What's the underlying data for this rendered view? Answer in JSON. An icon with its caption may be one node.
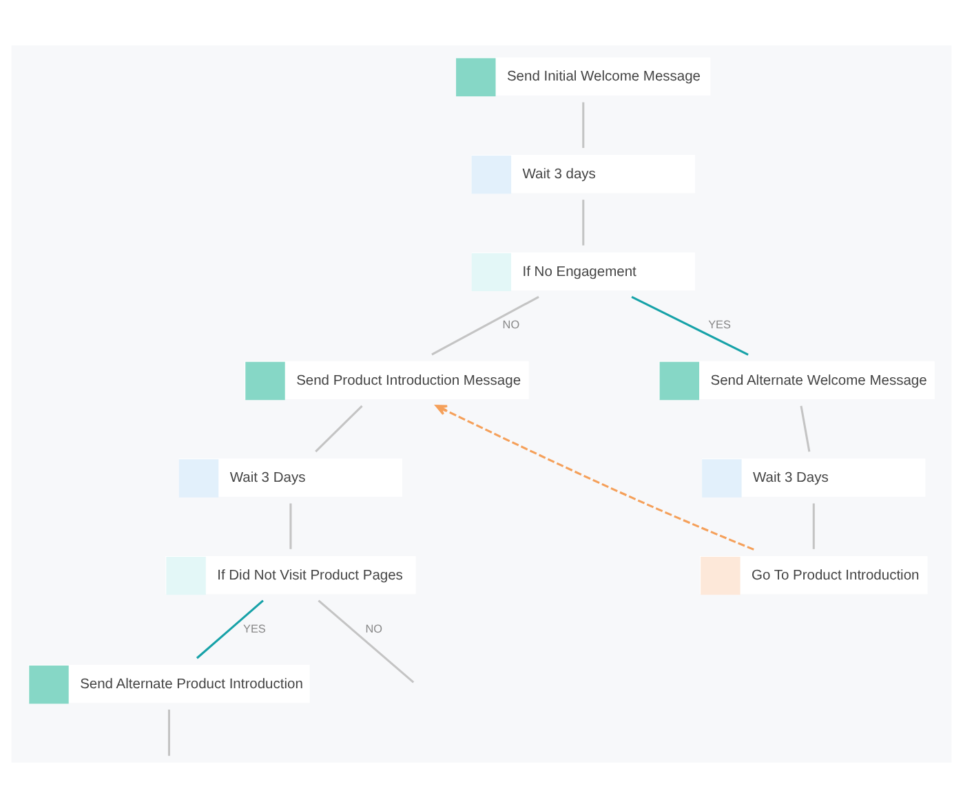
{
  "diagram": {
    "nodes": [
      {
        "text": [
          "Send Initial Welcome Message"
        ]
      },
      {
        "text": [
          "Wait 3 days"
        ]
      },
      {
        "text": [
          "If No Engagement"
        ]
      },
      {
        "text": [
          "Send Product Introduction Message"
        ]
      },
      {
        "text": [
          "Send Alternate Welcome Message"
        ]
      },
      {
        "text": [
          "Wait 3 Days"
        ]
      },
      {
        "text": [
          "Wait 3 Days"
        ]
      },
      {
        "text": [
          "If Did Not Visit Product Pages"
        ]
      },
      {
        "text": [
          "Go To Product Introduction"
        ]
      },
      {
        "text": [
          "Send Alternate Product Introduction"
        ]
      }
    ],
    "edges": [
      {
        "from": 0,
        "to": 1,
        "arrow": "none"
      },
      {
        "from": 1,
        "to": 2,
        "arrow": "none"
      },
      {
        "from": 2,
        "to": 3,
        "arrow": "none",
        "label": "NO"
      },
      {
        "from": 2,
        "to": 4,
        "arrow": "none",
        "label": "YES",
        "color": "#17a2a8"
      },
      {
        "from": 3,
        "to": 5,
        "arrow": "none"
      },
      {
        "from": 4,
        "to": 6,
        "arrow": "none"
      },
      {
        "from": 5,
        "to": 7,
        "arrow": "none"
      },
      {
        "from": 6,
        "to": 8,
        "arrow": "none"
      },
      {
        "from": 7,
        "to": null,
        "arrow": "none",
        "label": "NO"
      },
      {
        "from": 7,
        "to": 9,
        "arrow": "none",
        "label": "YES",
        "color": "#17a2a8"
      },
      {
        "from": 9,
        "to": null,
        "arrow": "none"
      },
      {
        "from": 8,
        "to": 3,
        "arrow": "to",
        "style": "dashed",
        "color": "#f5a05a"
      }
    ]
  }
}
